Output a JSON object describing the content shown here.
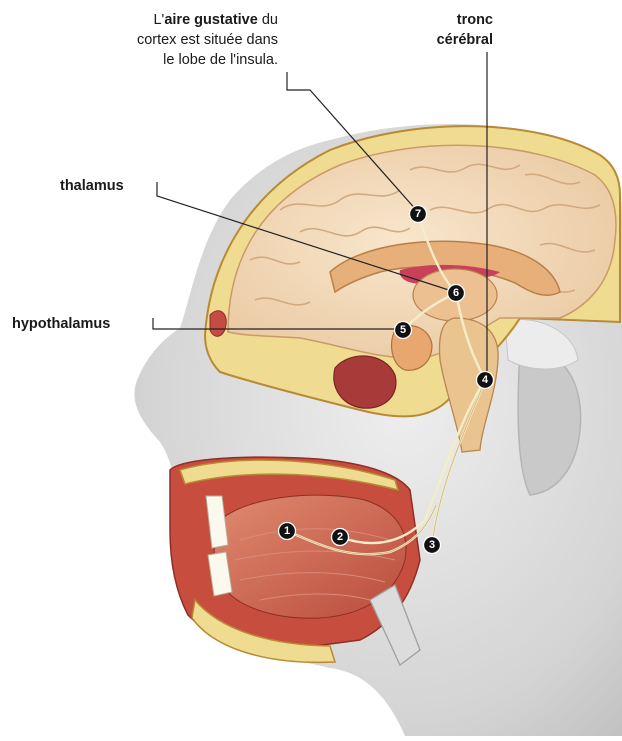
{
  "labels": {
    "aire": {
      "line1_pre": "L'",
      "line1_bold": "aire gustative",
      "line1_post": " du",
      "line2": "cortex est située dans",
      "line3": "le lobe de l'insula."
    },
    "tronc": {
      "line1": "tronc",
      "line2": "cérébral"
    },
    "thalamus": "thalamus",
    "hypothalamus": "hypothalamus"
  },
  "markers": [
    "1",
    "2",
    "3",
    "4",
    "5",
    "6",
    "7"
  ],
  "colors": {
    "skin": "#d9d9d9",
    "brain": "#f1d7b2",
    "bone": "#f0dc90",
    "tissue": "#cc5a4a",
    "nerve": "#f5edc8",
    "marker": "#111111"
  }
}
